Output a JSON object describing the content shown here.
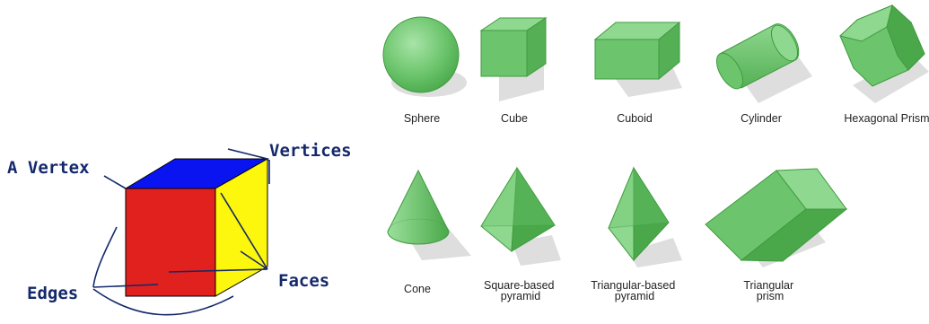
{
  "cube_diagram": {
    "labels": {
      "vertex": "A Vertex",
      "vertices": "Vertices",
      "edges": "Edges",
      "faces": "Faces"
    },
    "colors": {
      "top_face": "#0a14f0",
      "left_face": "#e0211d",
      "right_face": "#fcf70c",
      "annotation": "#14296b"
    }
  },
  "shapes": {
    "row1": [
      {
        "name": "sphere",
        "label": "Sphere"
      },
      {
        "name": "cube",
        "label": "Cube"
      },
      {
        "name": "cuboid",
        "label": "Cuboid"
      },
      {
        "name": "cylinder",
        "label": "Cylinder"
      },
      {
        "name": "hexagonal-prism",
        "label": "Hexagonal Prism"
      }
    ],
    "row2": [
      {
        "name": "cone",
        "label": "Cone"
      },
      {
        "name": "square-based-pyramid",
        "label": [
          "Square-based",
          "pyramid"
        ]
      },
      {
        "name": "triangular-based-pyramid",
        "label": [
          "Triangular-based",
          "pyramid"
        ]
      },
      {
        "name": "triangular-prism",
        "label": [
          "Triangular",
          "prism"
        ]
      }
    ],
    "colors": {
      "green_light": "#8fd88f",
      "green_mid": "#6cc56c",
      "green_dark": "#4aa84a",
      "outline": "#3f9a3f",
      "shadow": "#dcdcdc"
    }
  }
}
